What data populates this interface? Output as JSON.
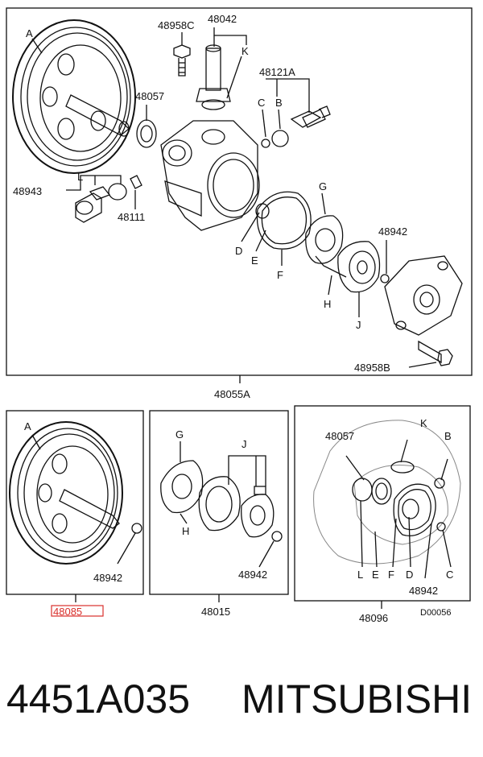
{
  "main": {
    "labels": {
      "A1": "A",
      "p48958C": "48958C",
      "p48042": "48042",
      "K1": "K",
      "p48121A": "48121A",
      "C1": "C",
      "B1": "B",
      "p48057a": "48057",
      "L1": "L",
      "p48943": "48943",
      "p48111": "48111",
      "G1": "G",
      "p48942a": "48942",
      "D1": "D",
      "E1": "E",
      "F1": "F",
      "H1": "H",
      "J1": "J",
      "p48958B": "48958B",
      "p48055A": "48055A"
    }
  },
  "sub1": {
    "labels": {
      "A": "A",
      "p48942": "48942",
      "code": "48085"
    }
  },
  "sub2": {
    "labels": {
      "G": "G",
      "J": "J",
      "H": "H",
      "p48942": "48942",
      "code": "48015"
    }
  },
  "sub3": {
    "labels": {
      "p48057": "48057",
      "K": "K",
      "B": "B",
      "L": "L",
      "E": "E",
      "F": "F",
      "D": "D",
      "C": "C",
      "p48942": "48942",
      "code": "48096",
      "ref": "D00056"
    }
  },
  "footer": {
    "part_number": "4451A035",
    "brand": "MITSUBISHI"
  },
  "colors": {
    "line": "#111111",
    "highlight": "#d9302c"
  }
}
